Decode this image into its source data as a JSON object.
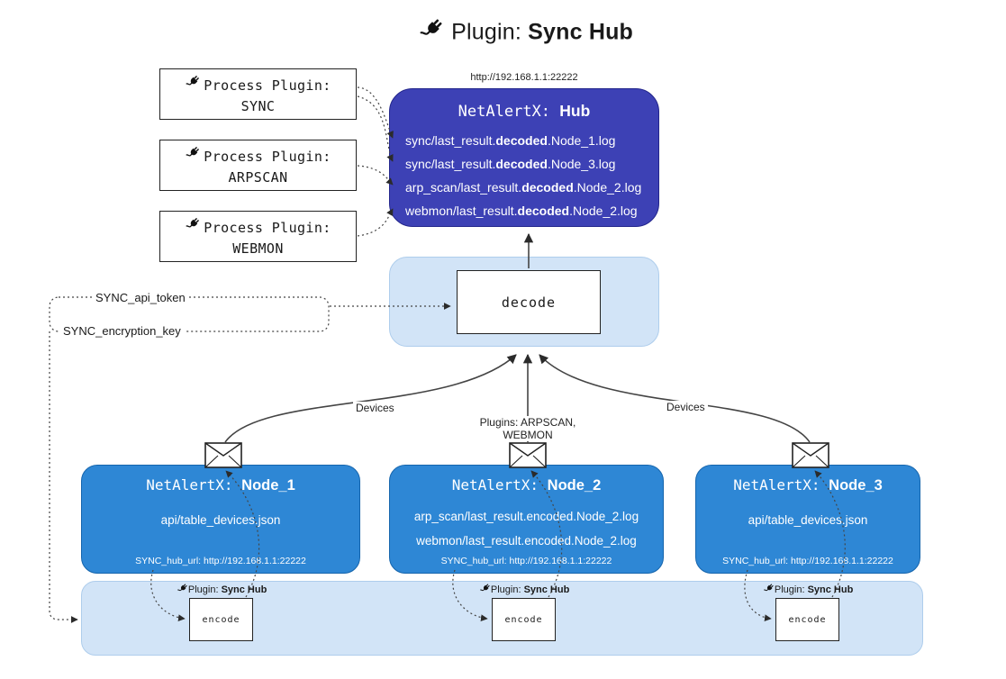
{
  "title": {
    "prefix": "Plugin:",
    "bold": "Sync Hub"
  },
  "process_plugins": [
    {
      "label": "Process Plugin:",
      "name": "SYNC"
    },
    {
      "label": "Process Plugin:",
      "name": "ARPSCAN"
    },
    {
      "label": "Process Plugin:",
      "name": "WEBMON"
    }
  ],
  "hub": {
    "url": "http://192.168.1.1:22222",
    "title_prefix": "NetAlertX:",
    "title_bold": "Hub",
    "lines": [
      {
        "pre": "sync/last_result.",
        "bold": "decoded",
        "post": ".Node_1.log"
      },
      {
        "pre": "sync/last_result.",
        "bold": "decoded",
        "post": ".Node_3.log"
      },
      {
        "pre": "arp_scan/last_result.",
        "bold": "decoded",
        "post": ".Node_2.log"
      },
      {
        "pre": "webmon/last_result.",
        "bold": "decoded",
        "post": ".Node_2.log"
      }
    ]
  },
  "decode_label": "decode",
  "tokens": {
    "api_token": "SYNC_api_token",
    "encryption_key": "SYNC_encryption_key"
  },
  "flow_labels": {
    "left": "Devices",
    "center": "Plugins: ARPSCAN, WEBMON",
    "right": "Devices"
  },
  "nodes": [
    {
      "title_prefix": "NetAlertX:",
      "title_bold": "Node_1",
      "lines": [
        "api/table_devices.json"
      ],
      "footer": "SYNC_hub_url: http://192.168.1.1:22222"
    },
    {
      "title_prefix": "NetAlertX:",
      "title_bold": "Node_2",
      "lines": [
        "arp_scan/last_result.encoded.Node_2.log",
        "webmon/last_result.encoded.Node_2.log"
      ],
      "footer": "SYNC_hub_url: http://192.168.1.1:22222"
    },
    {
      "title_prefix": "NetAlertX:",
      "title_bold": "Node_3",
      "lines": [
        "api/table_devices.json"
      ],
      "footer": "SYNC_hub_url: http://192.168.1.1:22222"
    }
  ],
  "encode": {
    "box_label": "encode",
    "plugin_prefix": "Plugin:",
    "plugin_bold": "Sync Hub"
  },
  "colors": {
    "hub_bg": "#3d41b5",
    "node_bg": "#2e87d5",
    "panel_bg": "#d2e4f7",
    "connector": "#444444"
  }
}
